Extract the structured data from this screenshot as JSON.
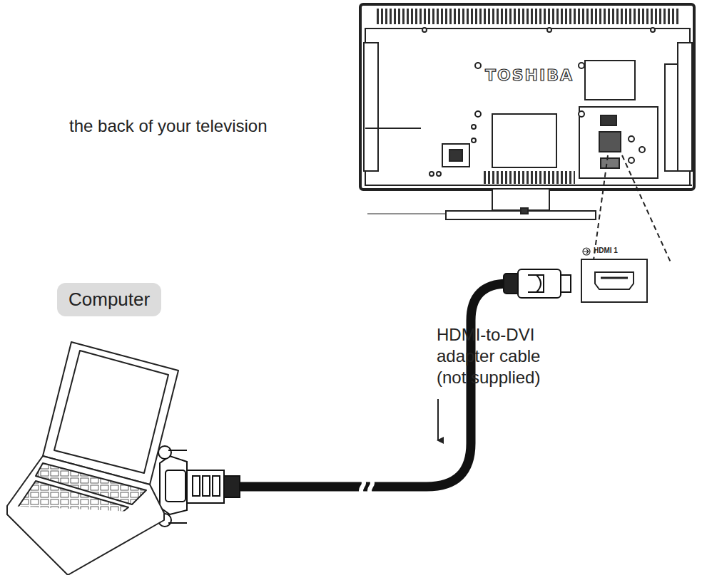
{
  "diagram": {
    "nodes": [
      {
        "text": [
          "Computer"
        ]
      }
    ],
    "labels": [
      "the back of your television",
      "TOSHIBA",
      "HDMI 1",
      "HDMI-to-DVI adapter cable (not supplied)"
    ]
  }
}
